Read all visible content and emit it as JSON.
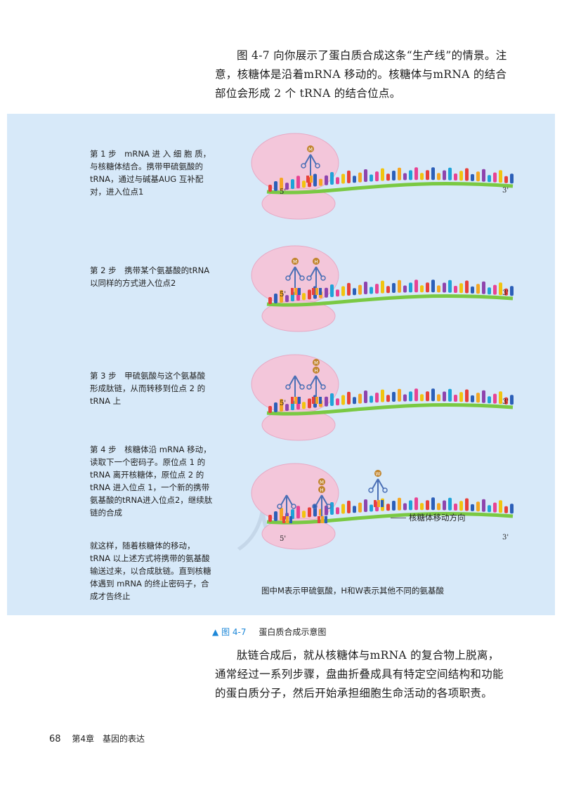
{
  "intro_paragraph": "图 4-7 向你展示了蛋白质合成这条“生产线”的情景。注意，核糖体是沿着mRNA 移动的。核糖体与mRNA 的结合部位会形成 2 个 tRNA 的结合位点。",
  "steps": [
    {
      "text": "第 1 步　mRNA 进 入 细 胞 质，与核糖体结合。携带甲硫氨酸的tRNA，通过与碱基AUG 互补配对，进入位点1"
    },
    {
      "text": "第 2 步　携带某个氨基酸的tRNA以同样的方式进入位点2"
    },
    {
      "text": "第 3 步　甲硫氨酸与这个氨基酸形成肽链，从而转移到位点 2 的 tRNA 上"
    },
    {
      "text": "第 4 步　核糖体沿 mRNA 移动，读取下一个密码子。原位点 1 的 tRNA 离开核糖体，原位点 2 的 tRNA 进入位点 1，一个新的携带氨基酸的tRNA进入位点2，继续肽链的合成"
    }
  ],
  "summary_text": "就这样，随着核糖体的移动，tRNA 以上述方式将携带的氨基酸输送过来，以合成肽链。直到核糖体遇到 mRNA 的终止密码子，合成才告终止",
  "labels": {
    "five_prime": "5'",
    "three_prime": "3'",
    "amino_m": "M",
    "amino_h": "H",
    "amino_w": "W",
    "ribosome_direction": "核糖体移动方向",
    "legend_note": "图中M表示甲硫氨酸，H和W表示其他不同的氨基酸"
  },
  "figure_caption": {
    "marker": "▲",
    "number": "图 4-7",
    "title": "蛋白质合成示意图"
  },
  "outro_paragraph": "肽链合成后，就从核糖体与mRNA 的复合物上脱离，通常经过一系列步骤，盘曲折叠成具有特定空间结构和功能的蛋白质分子，然后开始承担细胞生命活动的各项职责。",
  "footer": {
    "page_number": "68",
    "chapter": "第4章　基因的表达"
  },
  "colors": {
    "panel_bg": "#d7e9f9",
    "ribosome": "#f3c6da",
    "mrna_backbone": "#7ac943",
    "accent_blue": "#1e88d8"
  }
}
